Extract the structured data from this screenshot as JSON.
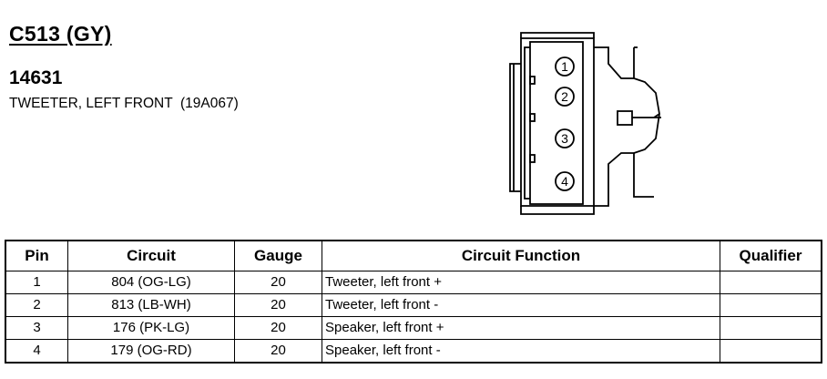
{
  "connector": {
    "id": "C513 (GY)",
    "part_number": "14631",
    "description": "TWEETER, LEFT FRONT  (19A067)",
    "pin_markers": [
      "1",
      "2",
      "3",
      "4"
    ]
  },
  "table": {
    "headers": {
      "pin": "Pin",
      "circuit": "Circuit",
      "gauge": "Gauge",
      "function": "Circuit Function",
      "qualifier": "Qualifier"
    },
    "rows": [
      {
        "pin": "1",
        "circuit": "804 (OG-LG)",
        "gauge": "20",
        "function": "Tweeter, left front +",
        "qualifier": ""
      },
      {
        "pin": "2",
        "circuit": "813 (LB-WH)",
        "gauge": "20",
        "function": "Tweeter, left front -",
        "qualifier": ""
      },
      {
        "pin": "3",
        "circuit": "176 (PK-LG)",
        "gauge": "20",
        "function": "Speaker, left front +",
        "qualifier": ""
      },
      {
        "pin": "4",
        "circuit": "179 (OG-RD)",
        "gauge": "20",
        "function": "Speaker, left front -",
        "qualifier": ""
      }
    ]
  }
}
